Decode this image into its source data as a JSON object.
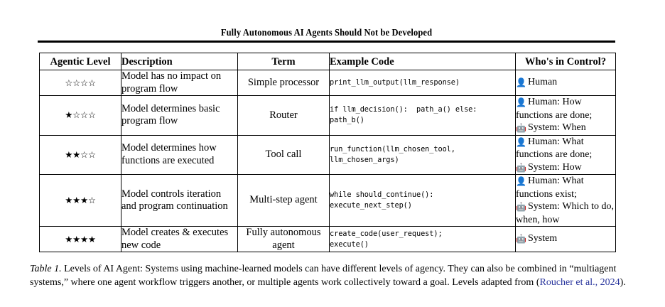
{
  "header": {
    "running_title": "Fully Autonomous AI Agents Should Not be Developed"
  },
  "table": {
    "columns": [
      {
        "key": "level",
        "label": "Agentic Level",
        "align": "center"
      },
      {
        "key": "description",
        "label": "Description",
        "align": "left"
      },
      {
        "key": "term",
        "label": "Term",
        "align": "center"
      },
      {
        "key": "code",
        "label": "Example Code",
        "align": "left"
      },
      {
        "key": "control",
        "label": "Who's in Control?",
        "align": "center"
      }
    ],
    "rows": [
      {
        "stars": "☆☆☆☆",
        "stars_filled": 0,
        "stars_total": 4,
        "description": "Model has no impact on program flow",
        "term": "Simple processor",
        "code": "print_llm_output(llm_response)",
        "control": [
          {
            "icon": "person-icon",
            "glyph": "👤",
            "text": "Human"
          }
        ]
      },
      {
        "stars": "★☆☆☆",
        "stars_filled": 1,
        "stars_total": 4,
        "description": "Model determines basic program flow",
        "term": "Router",
        "code": "if llm_decision():  path_a() else:\npath_b()",
        "control": [
          {
            "icon": "person-icon",
            "glyph": "👤",
            "text": "Human: How functions are done;"
          },
          {
            "icon": "robot-icon",
            "glyph": "🤖",
            "text": "System: When"
          }
        ]
      },
      {
        "stars": "★★☆☆",
        "stars_filled": 2,
        "stars_total": 4,
        "description": "Model determines how functions are executed",
        "term": "Tool call",
        "code": "run_function(llm_chosen_tool,\nllm_chosen_args)",
        "control": [
          {
            "icon": "person-icon",
            "glyph": "👤",
            "text": "Human: What functions are done;"
          },
          {
            "icon": "robot-icon",
            "glyph": "🤖",
            "text": "System: How"
          }
        ]
      },
      {
        "stars": "★★★☆",
        "stars_filled": 3,
        "stars_total": 4,
        "description": "Model controls iteration and program continuation",
        "term": "Multi-step agent",
        "code": "while should_continue():\nexecute_next_step()",
        "control": [
          {
            "icon": "person-icon",
            "glyph": "👤",
            "text": "Human: What functions exist;"
          },
          {
            "icon": "robot-icon",
            "glyph": "🤖",
            "text": "System: Which to do, when, how"
          }
        ]
      },
      {
        "stars": "★★★★",
        "stars_filled": 4,
        "stars_total": 4,
        "description": "Model creates & executes new code",
        "term": "Fully autonomous agent",
        "code": "create_code(user_request);\nexecute()",
        "control": [
          {
            "icon": "robot-icon",
            "glyph": "🤖",
            "text": "System"
          }
        ]
      }
    ]
  },
  "caption": {
    "label": "Table 1.",
    "body_before_link": " Levels of AI Agent: Systems using machine-learned models can have different levels of agency. They can also be combined in “multiagent systems,” where one agent workflow triggers another, or multiple agents work collectively toward a goal. Levels adapted from (",
    "link": "Roucher et al., 2024",
    "body_after_link": ")."
  },
  "colors": {
    "text": "#000000",
    "rule": "#000000",
    "link": "#27339c",
    "background": "#ffffff"
  }
}
